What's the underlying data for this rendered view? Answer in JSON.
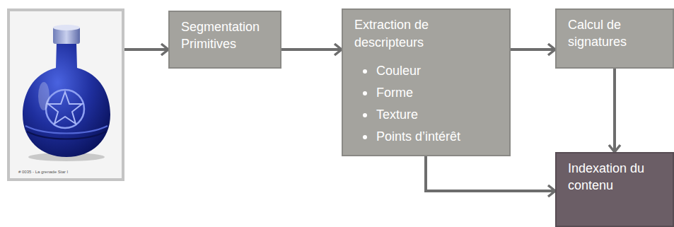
{
  "diagram": {
    "nodes": [
      {
        "text": [
          "# 0035 - La grenade Star I"
        ]
      },
      {
        "text": [
          "Segmentation Primitives"
        ]
      },
      {
        "text": [
          "Extraction de descripteurs",
          "Couleur",
          "Forme",
          "Texture",
          "Points d’intérêt"
        ]
      },
      {
        "text": [
          "Calcul de signatures"
        ]
      },
      {
        "text": [
          "Indexation du contenu"
        ]
      }
    ],
    "edges": [
      {
        "from": 0,
        "to": 1,
        "arrow": "to"
      },
      {
        "from": 1,
        "to": 2,
        "arrow": "to"
      },
      {
        "from": 2,
        "to": 3,
        "arrow": "to"
      },
      {
        "from": 3,
        "to": 4,
        "arrow": "to"
      },
      {
        "from": 2,
        "to": 4,
        "arrow": "to"
      }
    ]
  }
}
